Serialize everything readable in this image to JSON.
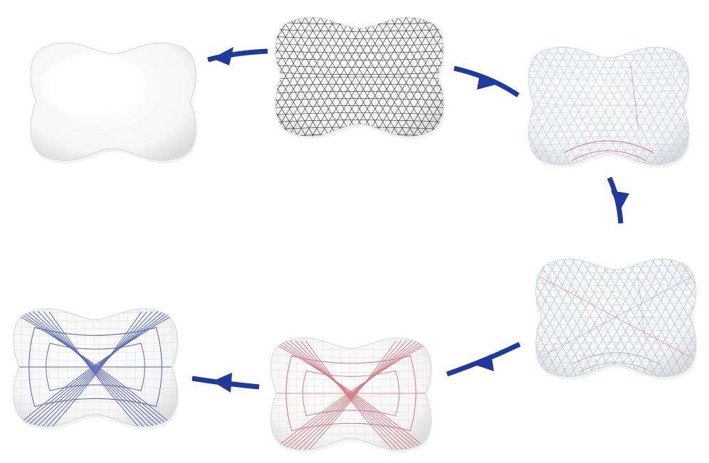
{
  "diagram": {
    "background": "#ffffff",
    "arrow_color": "#1f3a9c",
    "steps": [
      {
        "id": "step-1",
        "name": "smooth-surface",
        "style": "smooth",
        "line_color": "#cfcfcf"
      },
      {
        "id": "step-2",
        "name": "triangle-mesh",
        "style": "mesh",
        "line_color": "#2a2a2a"
      },
      {
        "id": "step-3",
        "name": "mixed-curve-field",
        "style": "field-light",
        "line_color": "#b7c7e8",
        "accent": "#c8508a"
      },
      {
        "id": "step-4",
        "name": "multi-color-curve-field",
        "style": "field-multi",
        "line_color": "#a9b4d6",
        "accent": "#7fbf8a"
      },
      {
        "id": "step-5",
        "name": "red-curve-network",
        "style": "curves",
        "line_color": "#d57a84"
      },
      {
        "id": "step-6",
        "name": "blue-curve-network",
        "style": "curves",
        "line_color": "#5c67b8"
      }
    ],
    "flow": [
      {
        "from": "step-2",
        "to": "step-1"
      },
      {
        "from": "step-2",
        "to": "step-3"
      },
      {
        "from": "step-3",
        "to": "step-4"
      },
      {
        "from": "step-4",
        "to": "step-5"
      },
      {
        "from": "step-5",
        "to": "step-6"
      }
    ]
  }
}
